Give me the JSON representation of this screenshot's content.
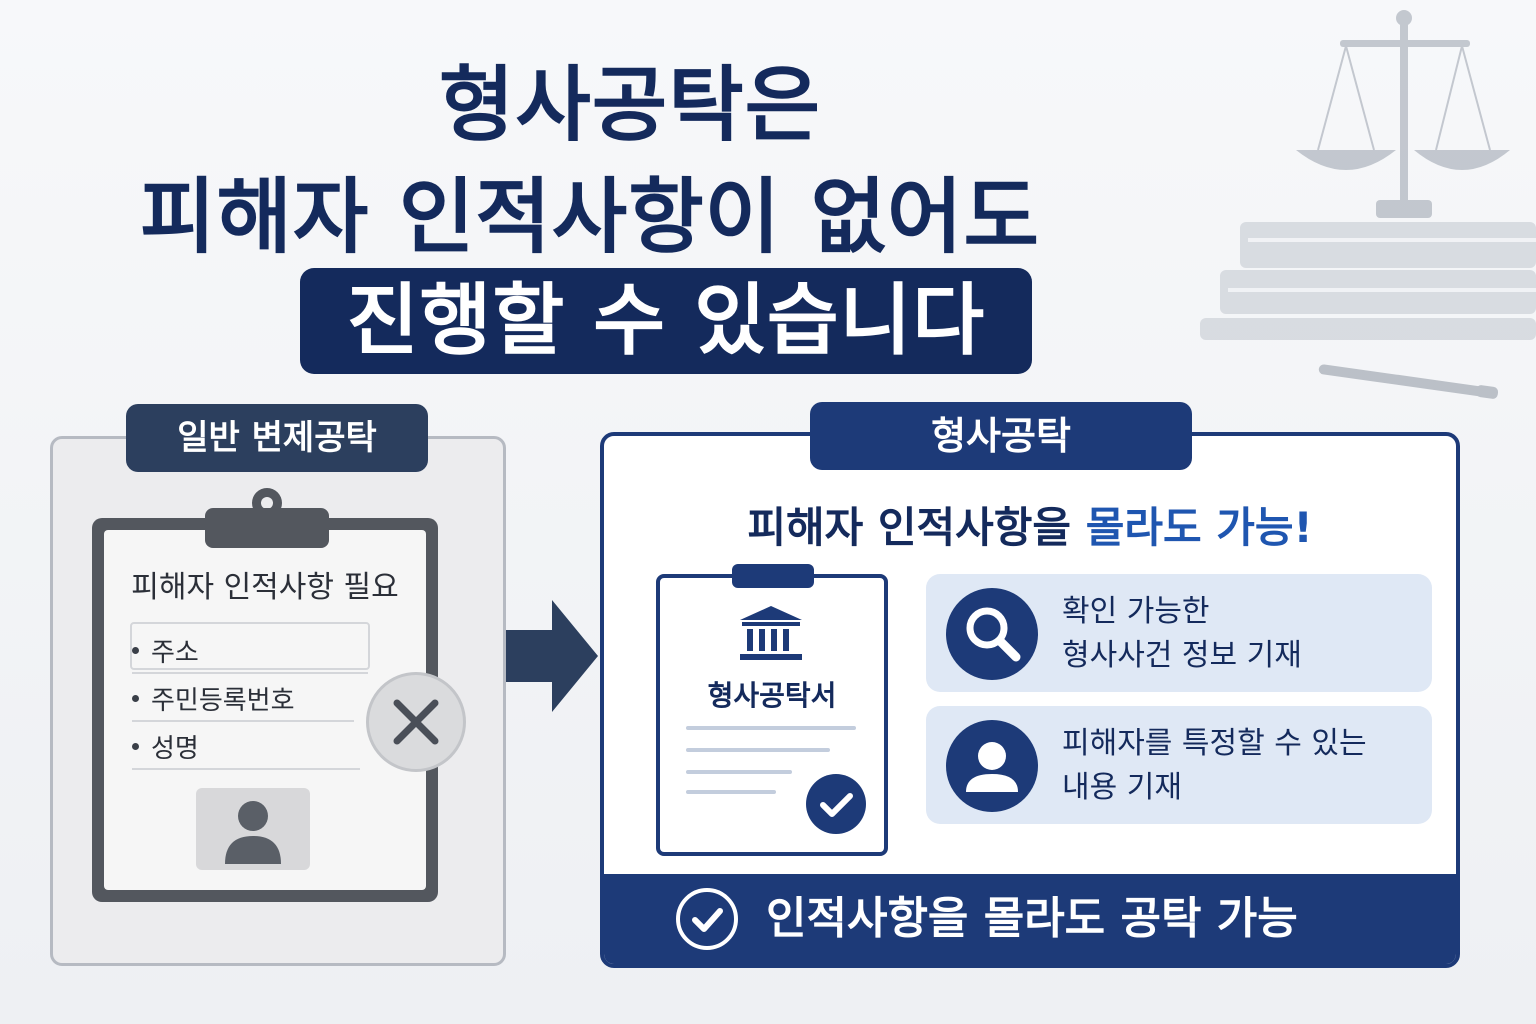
{
  "headline": {
    "line1": "형사공탁은",
    "line2": "피해자 인적사항이 없어도",
    "line3": "진행할 수 있습니다"
  },
  "general_deposit": {
    "badge": "일반 변제공탁",
    "card_title": "피해자 인적사항 필요",
    "items": [
      "주소",
      "주민등록번호",
      "성명"
    ]
  },
  "criminal_deposit": {
    "badge": "형사공탁",
    "subtitle_main": "피해자 인적사항을 ",
    "subtitle_accent": "몰라도 가능!",
    "document_title": "형사공탁서",
    "info": [
      {
        "line1": "확인 가능한",
        "line2": "형사사건 정보 기재",
        "icon": "magnifier-icon"
      },
      {
        "line1": "피해자를 특정할 수 있는",
        "line2": "내용 기재",
        "icon": "person-icon"
      }
    ],
    "footer": "인적사항을 몰라도 공탁 가능"
  },
  "colors": {
    "navy": "#142a5c",
    "accent_blue": "#1f56b0",
    "panel_navy": "#1d3a78",
    "slate": "#2c3f5e",
    "light_blue": "#dfe8f5"
  }
}
